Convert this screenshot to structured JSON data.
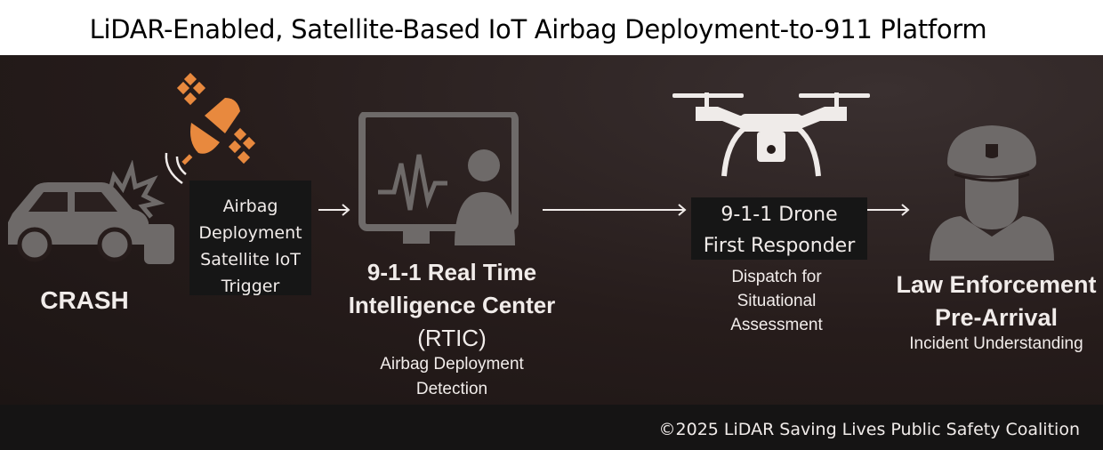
{
  "title": "LiDAR-Enabled, Satellite-Based IoT Airbag Deployment-to-911 Platform",
  "steps": {
    "crash": {
      "label": "CRASH"
    },
    "trigger": {
      "lines": [
        "Airbag",
        "Deployment",
        "Satellite IoT",
        "Trigger"
      ]
    },
    "rtic": {
      "title_lines": [
        "9-1-1 Real Time",
        "Intelligence Center",
        "(RTIC)"
      ],
      "sub_lines": [
        "Airbag Deployment",
        "Detection"
      ]
    },
    "drone": {
      "title_lines": [
        "9-1-1 Drone",
        "First Responder"
      ],
      "sub_lines": [
        "Dispatch for",
        "Situational",
        "Assessment"
      ]
    },
    "law": {
      "title_lines": [
        "Law Enforcement",
        "Pre-Arrival"
      ],
      "sub": "Incident Understanding"
    }
  },
  "footer": "©2025 LiDAR Saving Lives Public Safety Coalition",
  "colors": {
    "accent": "#e8893e",
    "icon_gray": "#6e6a69",
    "icon_white": "#efebe9",
    "bg": "#261c1b"
  }
}
